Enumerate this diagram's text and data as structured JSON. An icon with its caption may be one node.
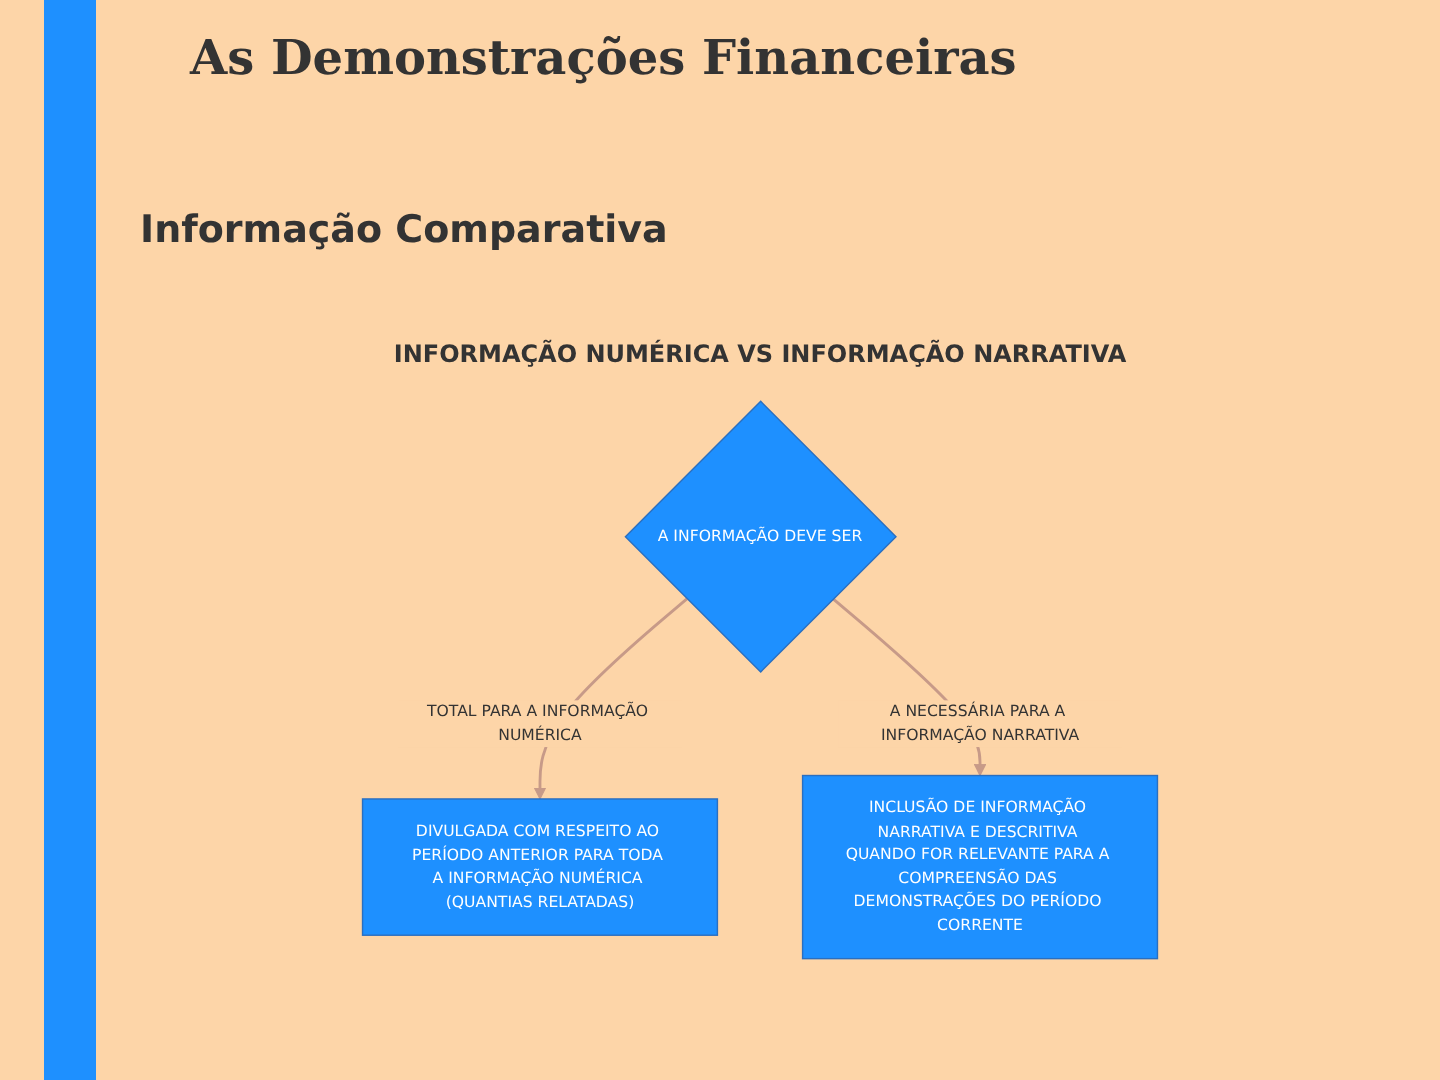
{
  "diagram": {
    "title": "As Demonstrações Financeiras",
    "nodes": [
      {
        "text": [
          "A INFORMAÇÃO DEVE SER"
        ]
      },
      {
        "text": [
          "DIVULGADA COM RESPEITO AO PERÍODO ANTERIOR PARA TODA A INFORMAÇÃO NUMÉRICA (QUANTIAS RELATADAS)"
        ]
      },
      {
        "text": [
          "INCLUSÃO DE INFORMAÇÃO NARRATIVA E DESCRITIVA QUANDO FOR RELEVANTE PARA A COMPREENSÃO DAS DEMONSTRAÇÕES DO PERÍODO CORRENTE"
        ]
      }
    ],
    "edges": [
      {
        "from": 0,
        "to": 1,
        "arrow": "to",
        "label": "TOTAL PARA A INFORMAÇÃO NUMÉRICA"
      },
      {
        "from": 0,
        "to": 2,
        "arrow": "to",
        "label": "A NECESSÁRIA PARA A INFORMAÇÃO NARRATIVA"
      }
    ],
    "labels": [
      "Informação Comparativa",
      "INFORMAÇÃO NUMÉRICA VS INFORMAÇÃO NARRATIVA"
    ]
  }
}
